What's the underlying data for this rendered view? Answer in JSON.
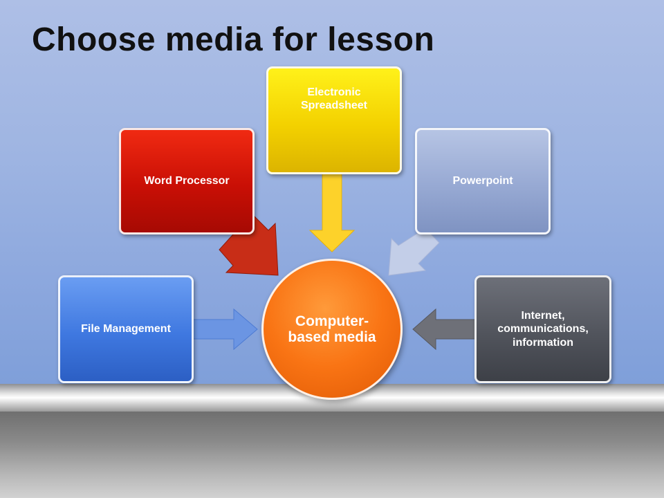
{
  "slide": {
    "title": "Choose media for lesson"
  },
  "diagram": {
    "center": {
      "label": "Computer-based media",
      "color": "#f97414"
    },
    "nodes": [
      {
        "id": "word",
        "label": "Word Processor",
        "color": "#d9150a"
      },
      {
        "id": "sheet",
        "label": "Electronic Spreadsheet",
        "color": "#f3d100"
      },
      {
        "id": "ppt",
        "label": "Powerpoint",
        "color": "#97a9d3"
      },
      {
        "id": "file",
        "label": "File Management",
        "color": "#3f78e0"
      },
      {
        "id": "inet",
        "label": "Internet, communications, information",
        "color": "#51545c"
      }
    ]
  }
}
